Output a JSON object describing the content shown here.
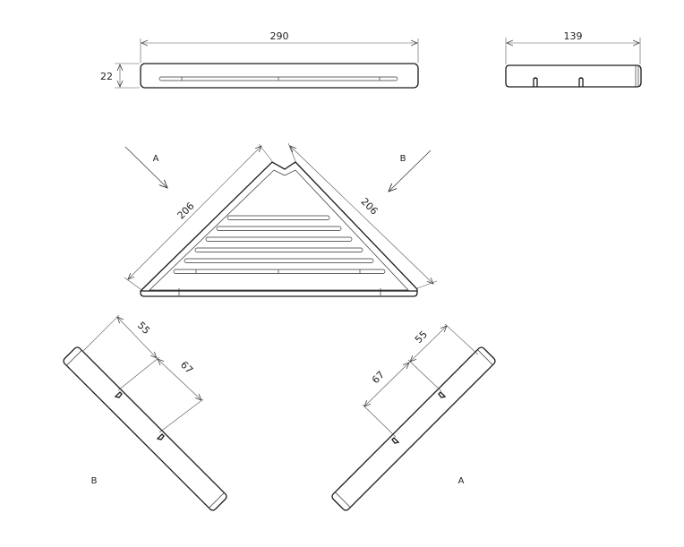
{
  "dimensions": {
    "front_length": "290",
    "front_height": "22",
    "side_length": "139",
    "left_edge": "206",
    "right_edge": "206",
    "view_b_a": "55",
    "view_b_b": "67",
    "view_a_a": "55",
    "view_a_b": "67"
  },
  "labels": {
    "view_a_arrow": "A",
    "view_b_arrow": "B",
    "view_b_caption": "B",
    "view_a_caption": "A"
  }
}
